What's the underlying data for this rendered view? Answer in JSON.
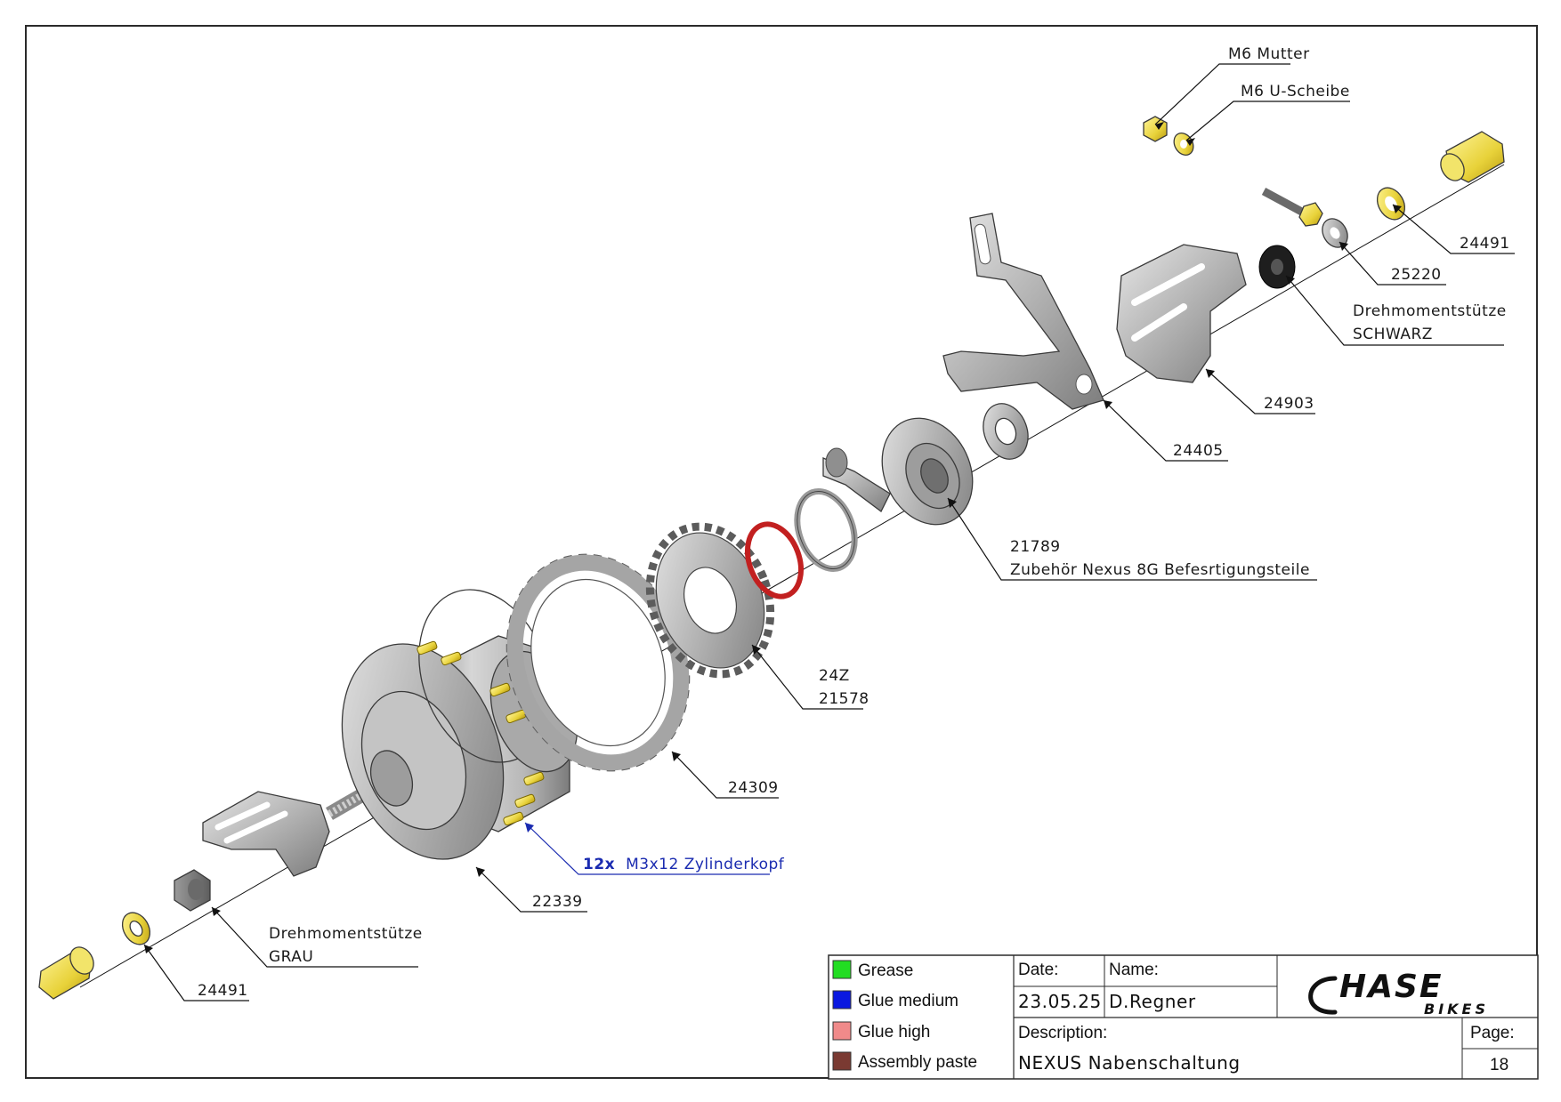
{
  "labels": {
    "m6_mutter": "M6 Mutter",
    "m6_uscheibe": "M6 U-Scheibe",
    "p24491_top": "24491",
    "p25220": "25220",
    "dms_schwarz_1": "Drehmomentstütze",
    "dms_schwarz_2": "SCHWARZ",
    "p24903": "24903",
    "p24405": "24405",
    "p21789_1": "21789",
    "p21789_2": "Zubehör Nexus 8G Befesrtigungsteile",
    "p24z_1": "24Z",
    "p24z_2": "21578",
    "p24309": "24309",
    "screws_qty": "12x",
    "screws_desc": "M3x12 Zylinderkopf",
    "p22339": "22339",
    "dms_grau_1": "Drehmomentstütze",
    "dms_grau_2": "GRAU",
    "p24491_bottom": "24491"
  },
  "legend": [
    {
      "label": "Grease",
      "color": "#22dd22"
    },
    {
      "label": "Glue medium",
      "color": "#0a18e0"
    },
    {
      "label": "Glue high",
      "color": "#f08a8a"
    },
    {
      "label": "Assembly paste",
      "color": "#7a3a32"
    }
  ],
  "title_block": {
    "date_label": "Date:",
    "date_value": "23.05.25",
    "name_label": "Name:",
    "name_value": "D.Regner",
    "description_label": "Description:",
    "description_value": "NEXUS Nabenschaltung",
    "page_label": "Page:",
    "page_value": "18",
    "logo_main": "HASE",
    "logo_sub": "BIKES"
  }
}
